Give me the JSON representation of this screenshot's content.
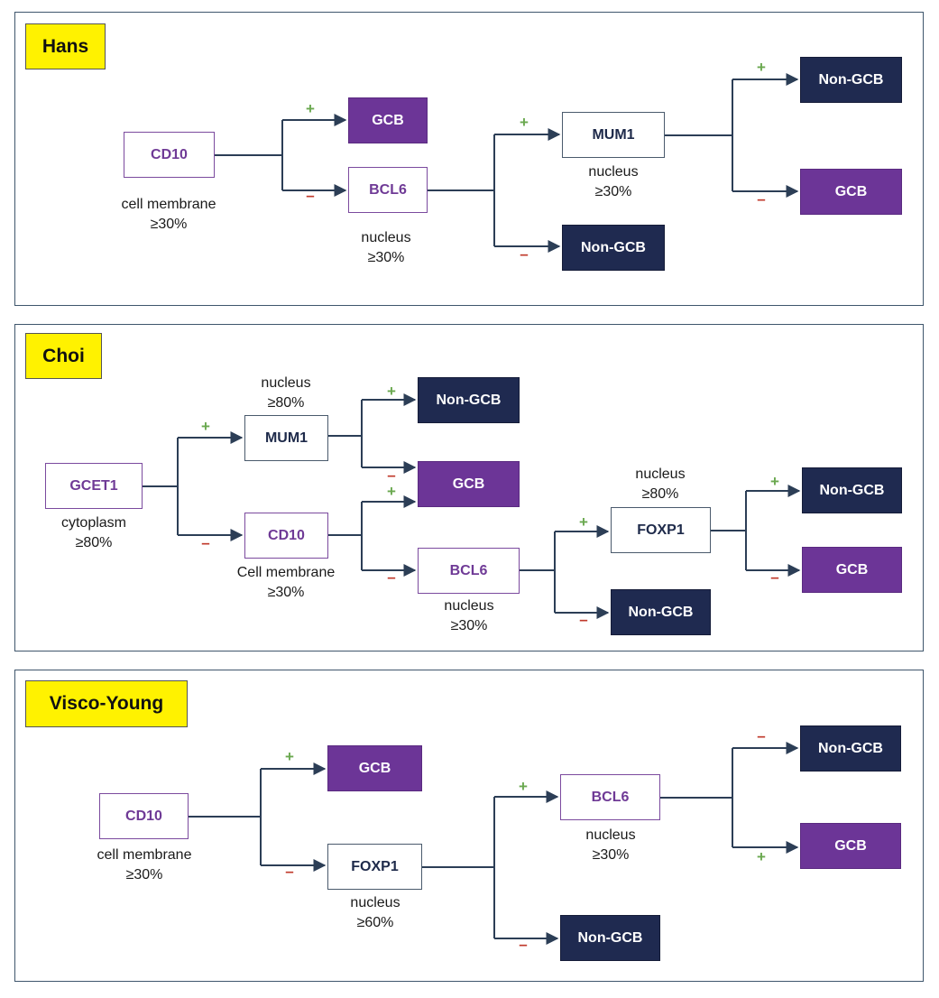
{
  "panels": {
    "hans": {
      "title": "Hans"
    },
    "choi": {
      "title": "Choi"
    },
    "visco": {
      "title": "Visco-Young"
    }
  },
  "nodes": {
    "cd10": "CD10",
    "bcl6": "BCL6",
    "mum1": "MUM1",
    "gcet1": "GCET1",
    "foxp1": "FOXP1",
    "gcb": "GCB",
    "non_gcb": "Non-GCB"
  },
  "criteria": {
    "cell_membrane": "cell membrane",
    "cell_membrane_cap": "Cell membrane",
    "nucleus": "nucleus",
    "cytoplasm": "cytoplasm",
    "ge30": "≥30%",
    "ge60": "≥60%",
    "ge80": "≥80%"
  },
  "signs": {
    "plus": "+",
    "minus": "–"
  },
  "colors": {
    "marker_purple": "#6f3a96",
    "outcome_purple": "#6c3597",
    "outcome_navy": "#1f2a50",
    "title_yellow": "#fff200",
    "plus_green": "#6aa84f",
    "minus_red": "#c0392b",
    "line": "#2c3e56"
  }
}
